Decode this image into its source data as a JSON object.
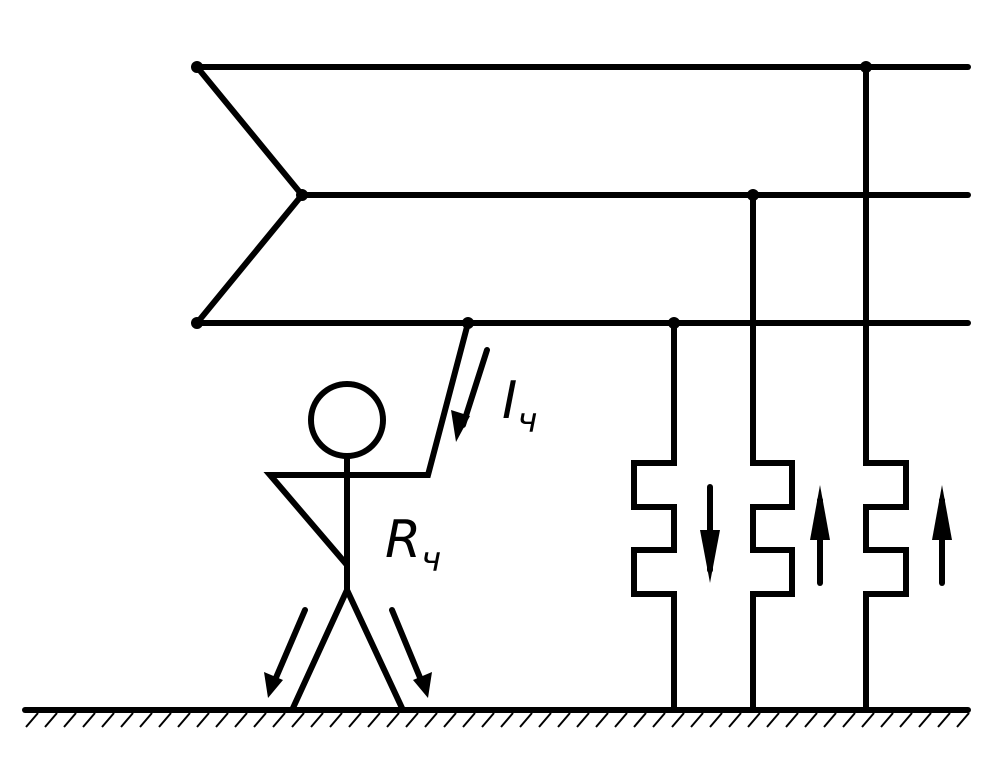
{
  "labels": {
    "current_main": "I",
    "current_sub": "ч",
    "resistance_main": "R",
    "resistance_sub": "ч"
  },
  "colors": {
    "stroke": "#000000",
    "background": "#ffffff"
  }
}
